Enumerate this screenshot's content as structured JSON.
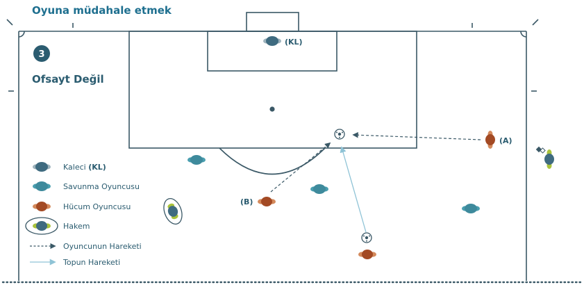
{
  "title": "Oyuna müdahale etmek",
  "scenario": {
    "number": "3",
    "verdict": "Ofsayt Değil"
  },
  "labels": {
    "goalkeeper_tag": "(KL)",
    "attacker_a": "(A)",
    "attacker_b": "(B)"
  },
  "legend": [
    {
      "key": "goalkeeper",
      "text": "Kaleci ",
      "bold": "(KL)"
    },
    {
      "key": "defender",
      "text": "Savunma Oyuncusu",
      "bold": ""
    },
    {
      "key": "attacker",
      "text": "Hücum Oyuncusu",
      "bold": ""
    },
    {
      "key": "referee",
      "text": "Hakem",
      "bold": ""
    },
    {
      "key": "player-movement",
      "text": "Oyuncunun Hareketi",
      "bold": ""
    },
    {
      "key": "ball-movement",
      "text": "Topun Hareketi",
      "bold": ""
    }
  ],
  "colors": {
    "title": "#1e6f8f",
    "line": "#3a5866",
    "goalkeeper": "#3f6b80",
    "defender": "#4a9fb0",
    "attacker": "#a34a24",
    "referee": "#3f6b80",
    "referee_flag": "#a9c33c",
    "ball_arrow": "#8fc3d6",
    "heading": "#2b5c70"
  }
}
